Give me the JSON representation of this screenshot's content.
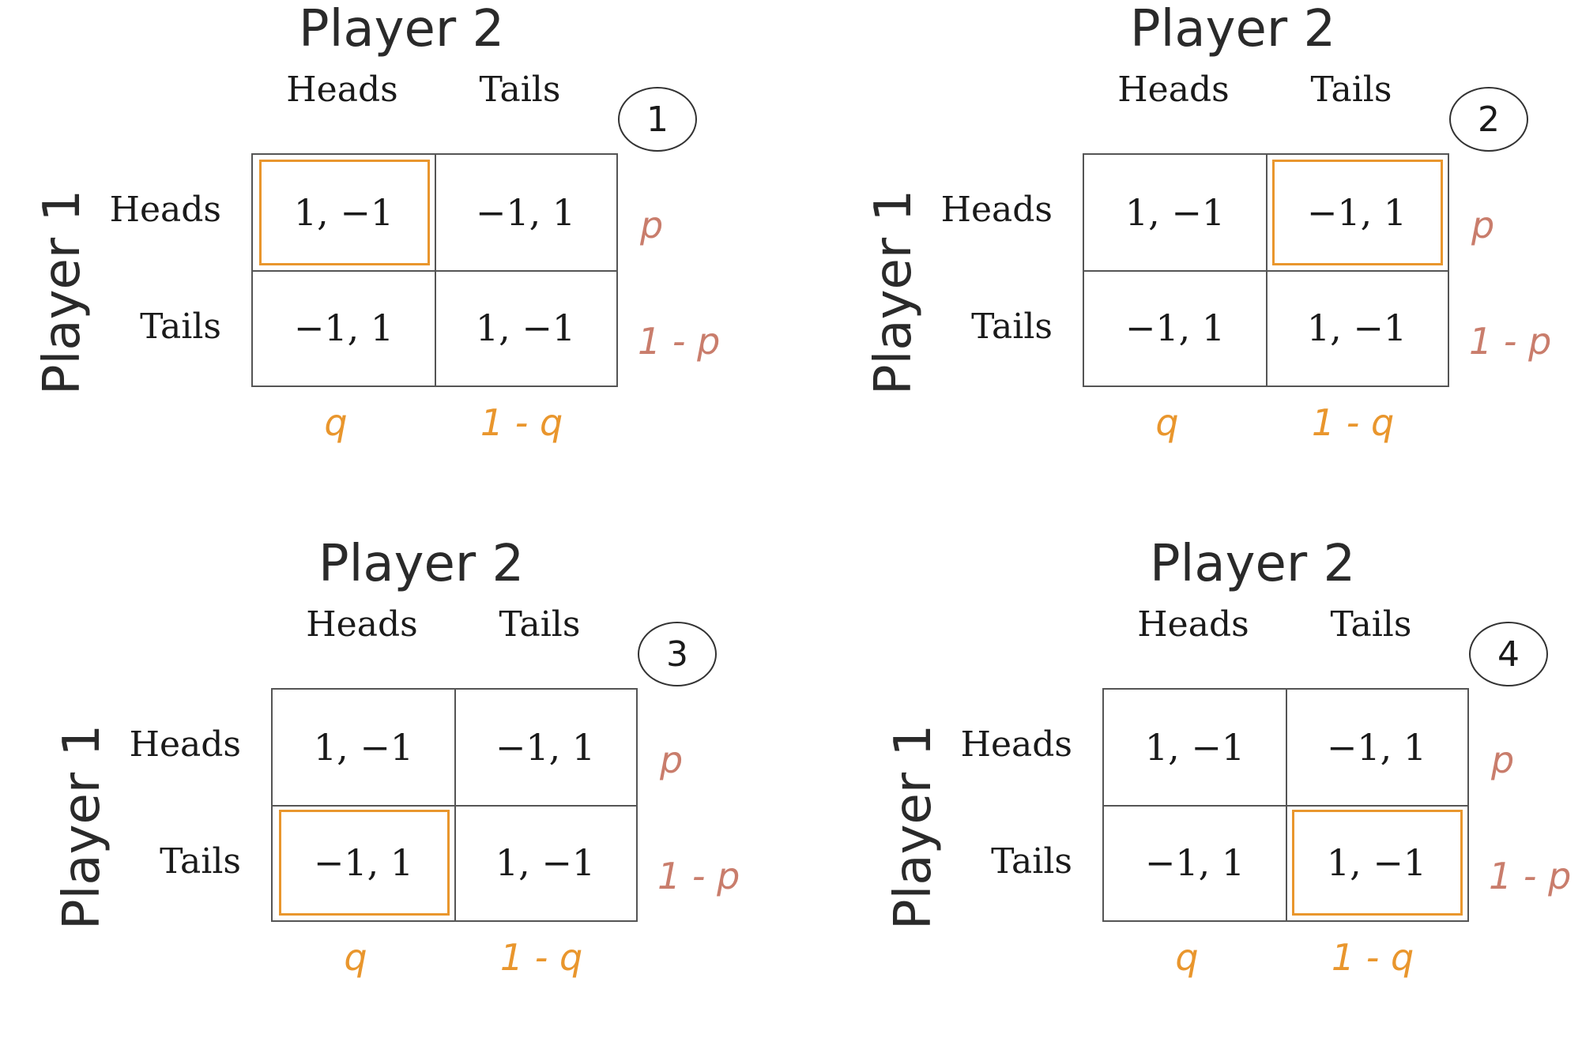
{
  "panels": [
    {
      "number": "1",
      "player2_label": "Player 2",
      "player1_label": "Player 1",
      "col_headers": [
        "Heads",
        "Tails"
      ],
      "row_headers": [
        "Heads",
        "Tails"
      ],
      "cells": [
        [
          "1, −1",
          "−1, 1"
        ],
        [
          "−1, 1",
          "1, −1"
        ]
      ],
      "highlight": {
        "row": 0,
        "col": 0
      },
      "col_probs": [
        "q",
        "1 - q"
      ],
      "row_probs": [
        "p",
        "1 - p"
      ]
    },
    {
      "number": "2",
      "player2_label": "Player 2",
      "player1_label": "Player 1",
      "col_headers": [
        "Heads",
        "Tails"
      ],
      "row_headers": [
        "Heads",
        "Tails"
      ],
      "cells": [
        [
          "1, −1",
          "−1, 1"
        ],
        [
          "−1, 1",
          "1, −1"
        ]
      ],
      "highlight": {
        "row": 0,
        "col": 1
      },
      "col_probs": [
        "q",
        "1 - q"
      ],
      "row_probs": [
        "p",
        "1 - p"
      ]
    },
    {
      "number": "3",
      "player2_label": "Player 2",
      "player1_label": "Player 1",
      "col_headers": [
        "Heads",
        "Tails"
      ],
      "row_headers": [
        "Heads",
        "Tails"
      ],
      "cells": [
        [
          "1, −1",
          "−1, 1"
        ],
        [
          "−1, 1",
          "1, −1"
        ]
      ],
      "highlight": {
        "row": 1,
        "col": 0
      },
      "col_probs": [
        "q",
        "1 - q"
      ],
      "row_probs": [
        "p",
        "1 - p"
      ]
    },
    {
      "number": "4",
      "player2_label": "Player 2",
      "player1_label": "Player 1",
      "col_headers": [
        "Heads",
        "Tails"
      ],
      "row_headers": [
        "Heads",
        "Tails"
      ],
      "cells": [
        [
          "1, −1",
          "−1, 1"
        ],
        [
          "−1, 1",
          "1, −1"
        ]
      ],
      "highlight": {
        "row": 1,
        "col": 1
      },
      "col_probs": [
        "q",
        "1 - q"
      ],
      "row_probs": [
        "p",
        "1 - p"
      ]
    }
  ],
  "colors": {
    "highlight": "#e9962d",
    "col_prob": "#e9962d",
    "row_prob": "#c97d6c",
    "grid": "#555555"
  }
}
